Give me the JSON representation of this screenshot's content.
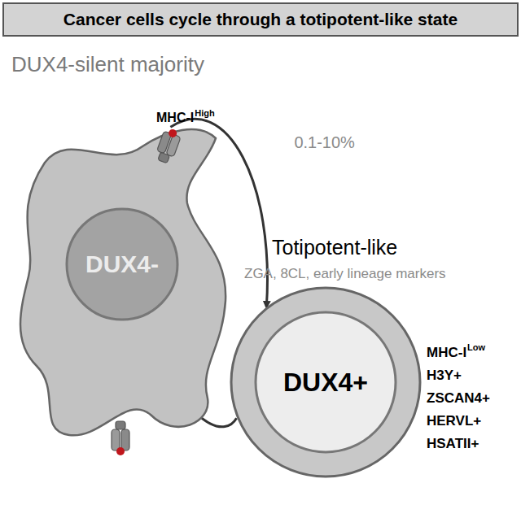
{
  "diagram": {
    "title": "Cancer cells cycle through a totipotent-like state",
    "nodes": [
      {
        "text": [
          "DUX4-"
        ]
      },
      {
        "text": [
          "DUX4+"
        ]
      }
    ],
    "edges": [
      {
        "from": 0,
        "to": 1,
        "label": "0.1-10%",
        "arrow": "to"
      },
      {
        "from": 1,
        "to": 0,
        "arrow": "to"
      }
    ],
    "labels": [
      "DUX4-silent majority",
      "MHC-I",
      "High",
      "Totipotent-like",
      "ZGA, 8CL, early lineage markers",
      "MHC-I",
      "Low",
      "H3Y+",
      "ZSCAN4+",
      "HERVL+",
      "HSATII+"
    ]
  }
}
